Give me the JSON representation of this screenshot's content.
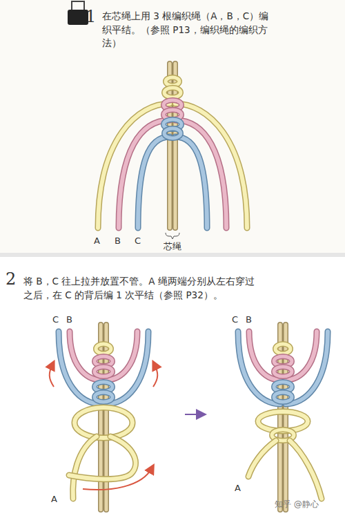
{
  "diagram": {
    "labels": [
      "1",
      "在芯绳上用 3 根编织绳（A，B，C）编织平结。（参照 P13，编织绳的编织方法）",
      "A",
      "B",
      "C",
      "芯绳",
      "2",
      "将 B，C 往上拉并放置不管。A 绳两端分别从左右穿过之后，在 C 的背后编 1 次平结（参照 P32）。",
      "C",
      "B",
      "A",
      "C",
      "B",
      "A",
      "知乎 @静心"
    ]
  }
}
